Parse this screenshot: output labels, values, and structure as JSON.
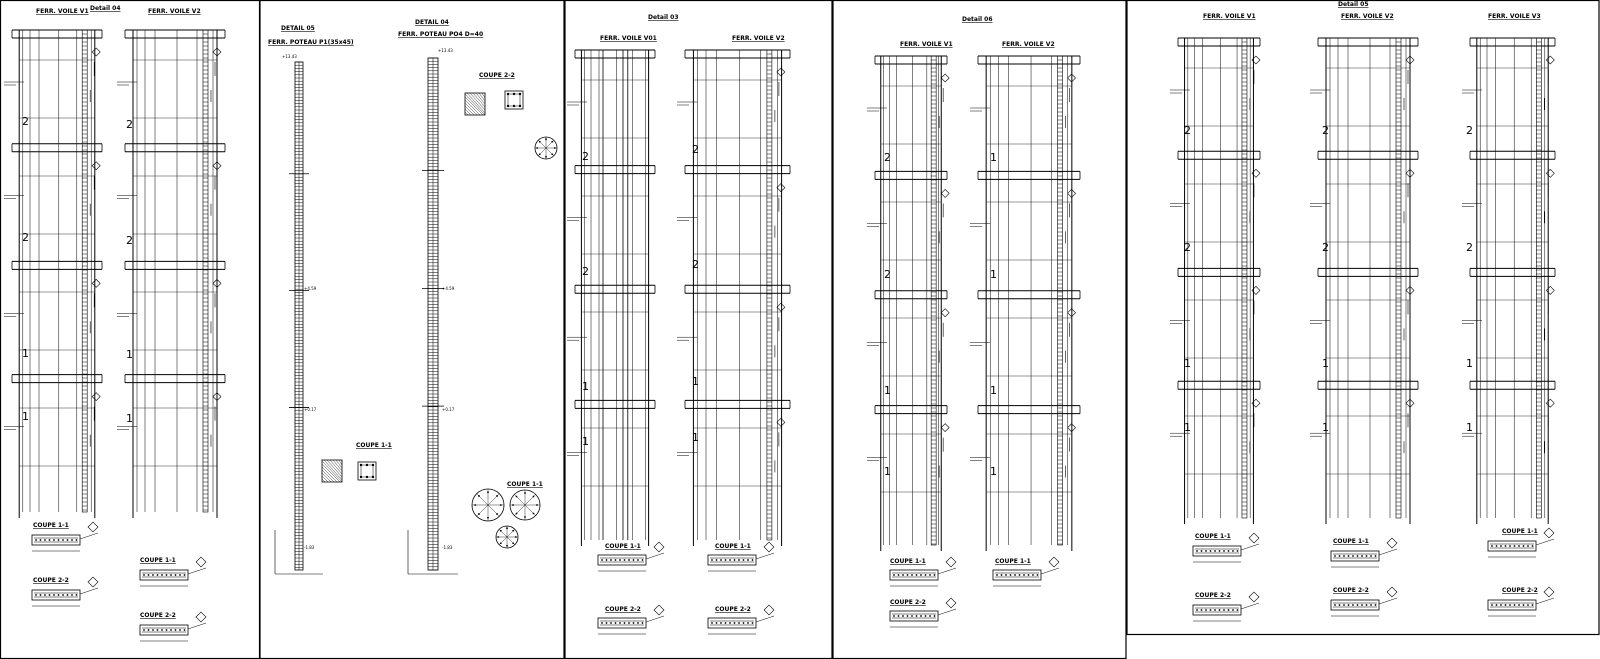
{
  "panels": [
    {
      "detail_label": "Detail 04",
      "walls": [
        {
          "title": "FERR. VOILE V1",
          "storeys": [
            "2",
            "2",
            "1",
            "1"
          ]
        },
        {
          "title": "FERR. VOILE V2",
          "storeys": [
            "2",
            "2",
            "1",
            "1"
          ]
        }
      ],
      "sections": [
        "COUPE 1-1",
        "COUPE 2-2",
        "COUPE 1-1",
        "COUPE 2-2"
      ]
    },
    {
      "columns": [
        {
          "header": "DETAIL 05",
          "title": "FERR. POTEAU P1(35x45)",
          "elev_top": "+13.43",
          "elev_mid": "+4.59",
          "elev_low": "+0.17",
          "elev_base": "-1.83",
          "section": "COUPE 1-1"
        },
        {
          "header": "DETAIL 04",
          "title": "FERR. POTEAU PO4 D=40",
          "elev_top": "+13.43",
          "elev_mid": "+4.59",
          "elev_low": "+0.17",
          "elev_base": "-1.83",
          "section_a": "COUPE 2-2",
          "section_b": "COUPE 1-1"
        }
      ]
    },
    {
      "detail_label": "Detail 03",
      "walls": [
        {
          "title": "FERR. VOILE V01",
          "storeys": [
            "2",
            "2",
            "1",
            "1"
          ]
        },
        {
          "title": "FERR. VOILE V2",
          "storeys": [
            "2",
            "2",
            "1",
            "1"
          ]
        }
      ],
      "sections": [
        "COUPE 1-1",
        "COUPE 2-2",
        "COUPE 1-1",
        "COUPE 2-2"
      ]
    },
    {
      "detail_label": "Detail 06",
      "walls": [
        {
          "title": "FERR. VOILE V1",
          "storeys": [
            "2",
            "2",
            "1",
            "1"
          ]
        },
        {
          "title": "FERR. VOILE V2",
          "storeys": [
            "1",
            "1",
            "1",
            "1"
          ]
        }
      ],
      "sections": [
        "COUPE 1-1",
        "COUPE 2-2",
        "COUPE 1-1"
      ]
    },
    {
      "detail_label": "Detail 05",
      "walls": [
        {
          "title": "FERR. VOILE V1",
          "storeys": [
            "2",
            "2",
            "1",
            "1"
          ]
        },
        {
          "title": "FERR. VOILE V2",
          "storeys": [
            "2",
            "2",
            "1",
            "1"
          ]
        },
        {
          "title": "FERR. VOILE V3",
          "storeys": [
            "2",
            "2",
            "1",
            "1"
          ]
        }
      ],
      "sections": [
        "COUPE 1-1",
        "COUPE 1-1",
        "COUPE 1-1",
        "COUPE 2-2",
        "COUPE 2-2",
        "COUPE 2-2"
      ]
    }
  ]
}
